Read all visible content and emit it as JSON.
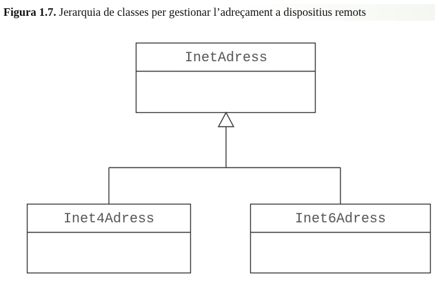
{
  "caption": {
    "label": "Figura 1.7.",
    "text": "Jerarquia de classes per gestionar l’adreçament a dispositius remots"
  },
  "diagram": {
    "superclass": {
      "name": "InetAdress"
    },
    "subclasses": [
      {
        "name": "Inet4Adress"
      },
      {
        "name": "Inet6Adress"
      }
    ],
    "relation": "inheritance"
  }
}
